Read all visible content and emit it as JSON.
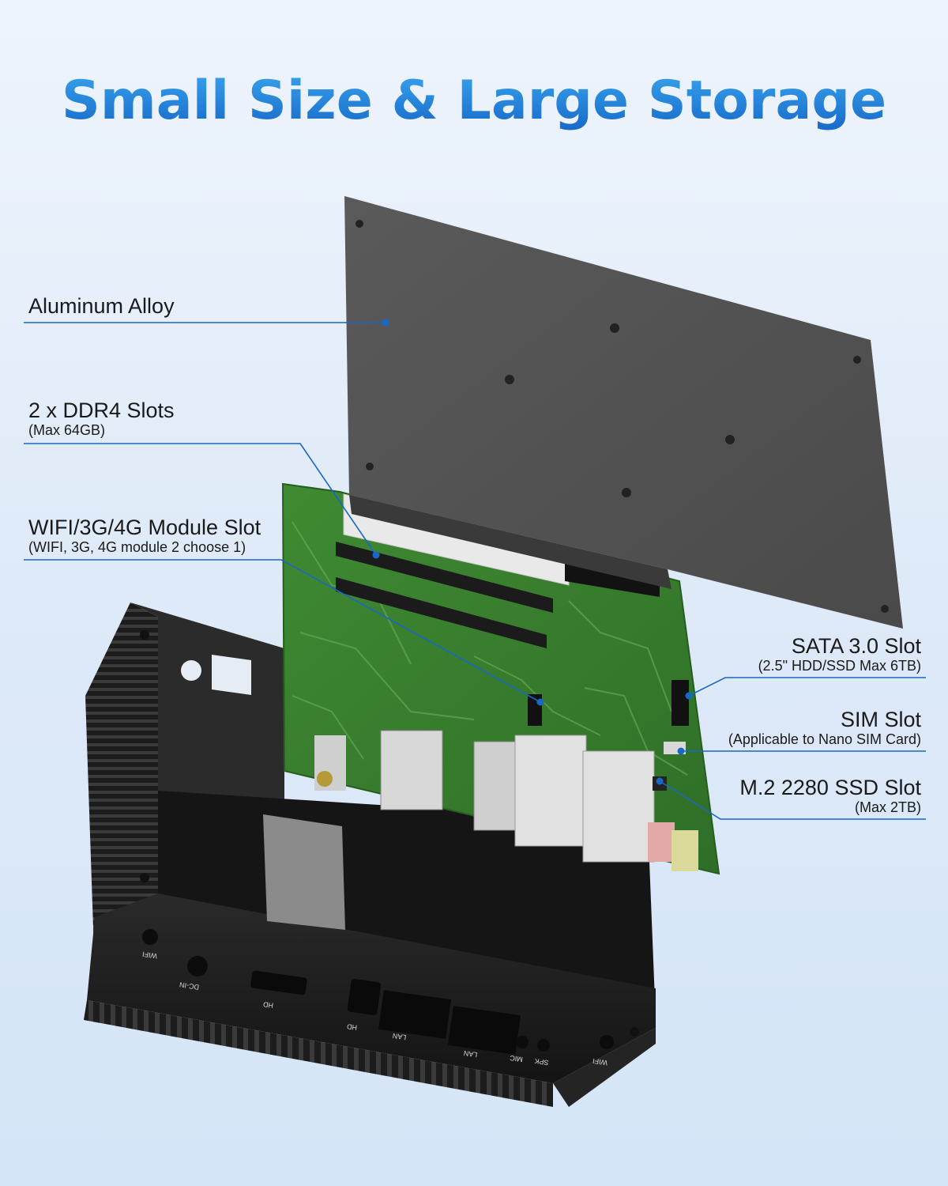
{
  "title": "Small Size & Large Storage",
  "accent_color": "#1f7fd6",
  "callouts": {
    "aluminum": {
      "main": "Aluminum Alloy"
    },
    "ddr4": {
      "main": "2 x DDR4 Slots",
      "sub": "(Max 64GB)"
    },
    "wifi": {
      "main": "WIFI/3G/4G Module Slot",
      "sub": "(WIFI, 3G, 4G module 2 choose 1)"
    },
    "sata": {
      "main": "SATA 3.0 Slot",
      "sub": "(2.5\" HDD/SSD Max 6TB)"
    },
    "sim": {
      "main": "SIM Slot",
      "sub": "(Applicable to Nano SIM Card)"
    },
    "m2": {
      "main": "M.2 2280 SSD Slot",
      "sub": "(Max 2TB)"
    }
  },
  "port_labels": {
    "wifi_left": "WIFI",
    "dc_in": "DC-IN",
    "hd_1": "HD",
    "hd_2": "HD",
    "lan_1": "LAN",
    "lan_2": "LAN",
    "mic": "MIC",
    "spk": "SPK",
    "wifi_right": "WIFI"
  }
}
